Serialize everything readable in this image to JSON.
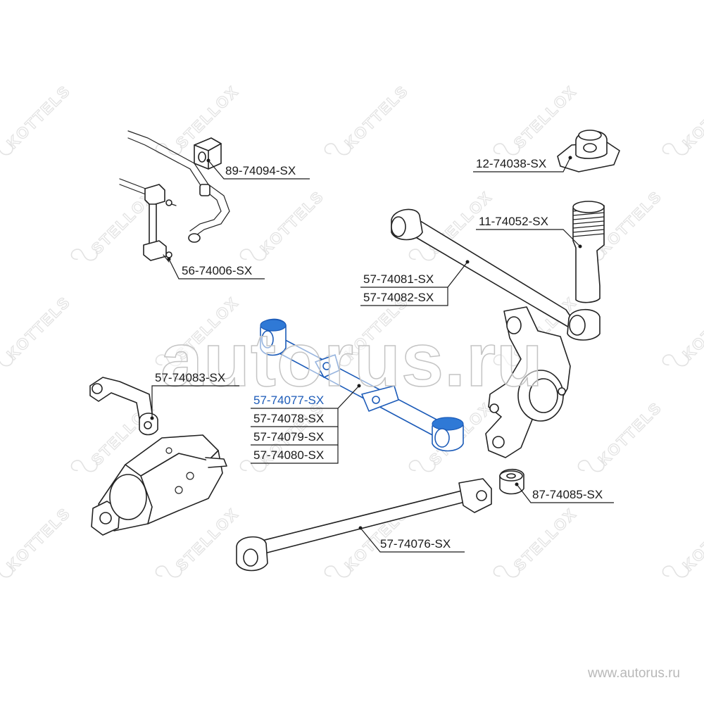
{
  "watermarks": {
    "left": "KOTTELS",
    "right": "STELLOX"
  },
  "center_brand": "autorus.ru",
  "footer_url": "www.autorus.ru",
  "colors": {
    "highlight": "#1c5bb8",
    "ink": "#1a1a1a",
    "watermark": "#e2e2e2"
  },
  "callouts": {
    "p89_74094": "89-74094-SX",
    "p56_74006": "56-74006-SX",
    "p12_74038": "12-74038-SX",
    "p11_74052": "11-74052-SX",
    "p57_74081": "57-74081-SX",
    "p57_74082": "57-74082-SX",
    "p57_74083": "57-74083-SX",
    "p57_74077": "57-74077-SX",
    "p57_74078": "57-74078-SX",
    "p57_74079": "57-74079-SX",
    "p57_74080": "57-74080-SX",
    "p87_74085": "87-74085-SX",
    "p57_74076": "57-74076-SX"
  }
}
